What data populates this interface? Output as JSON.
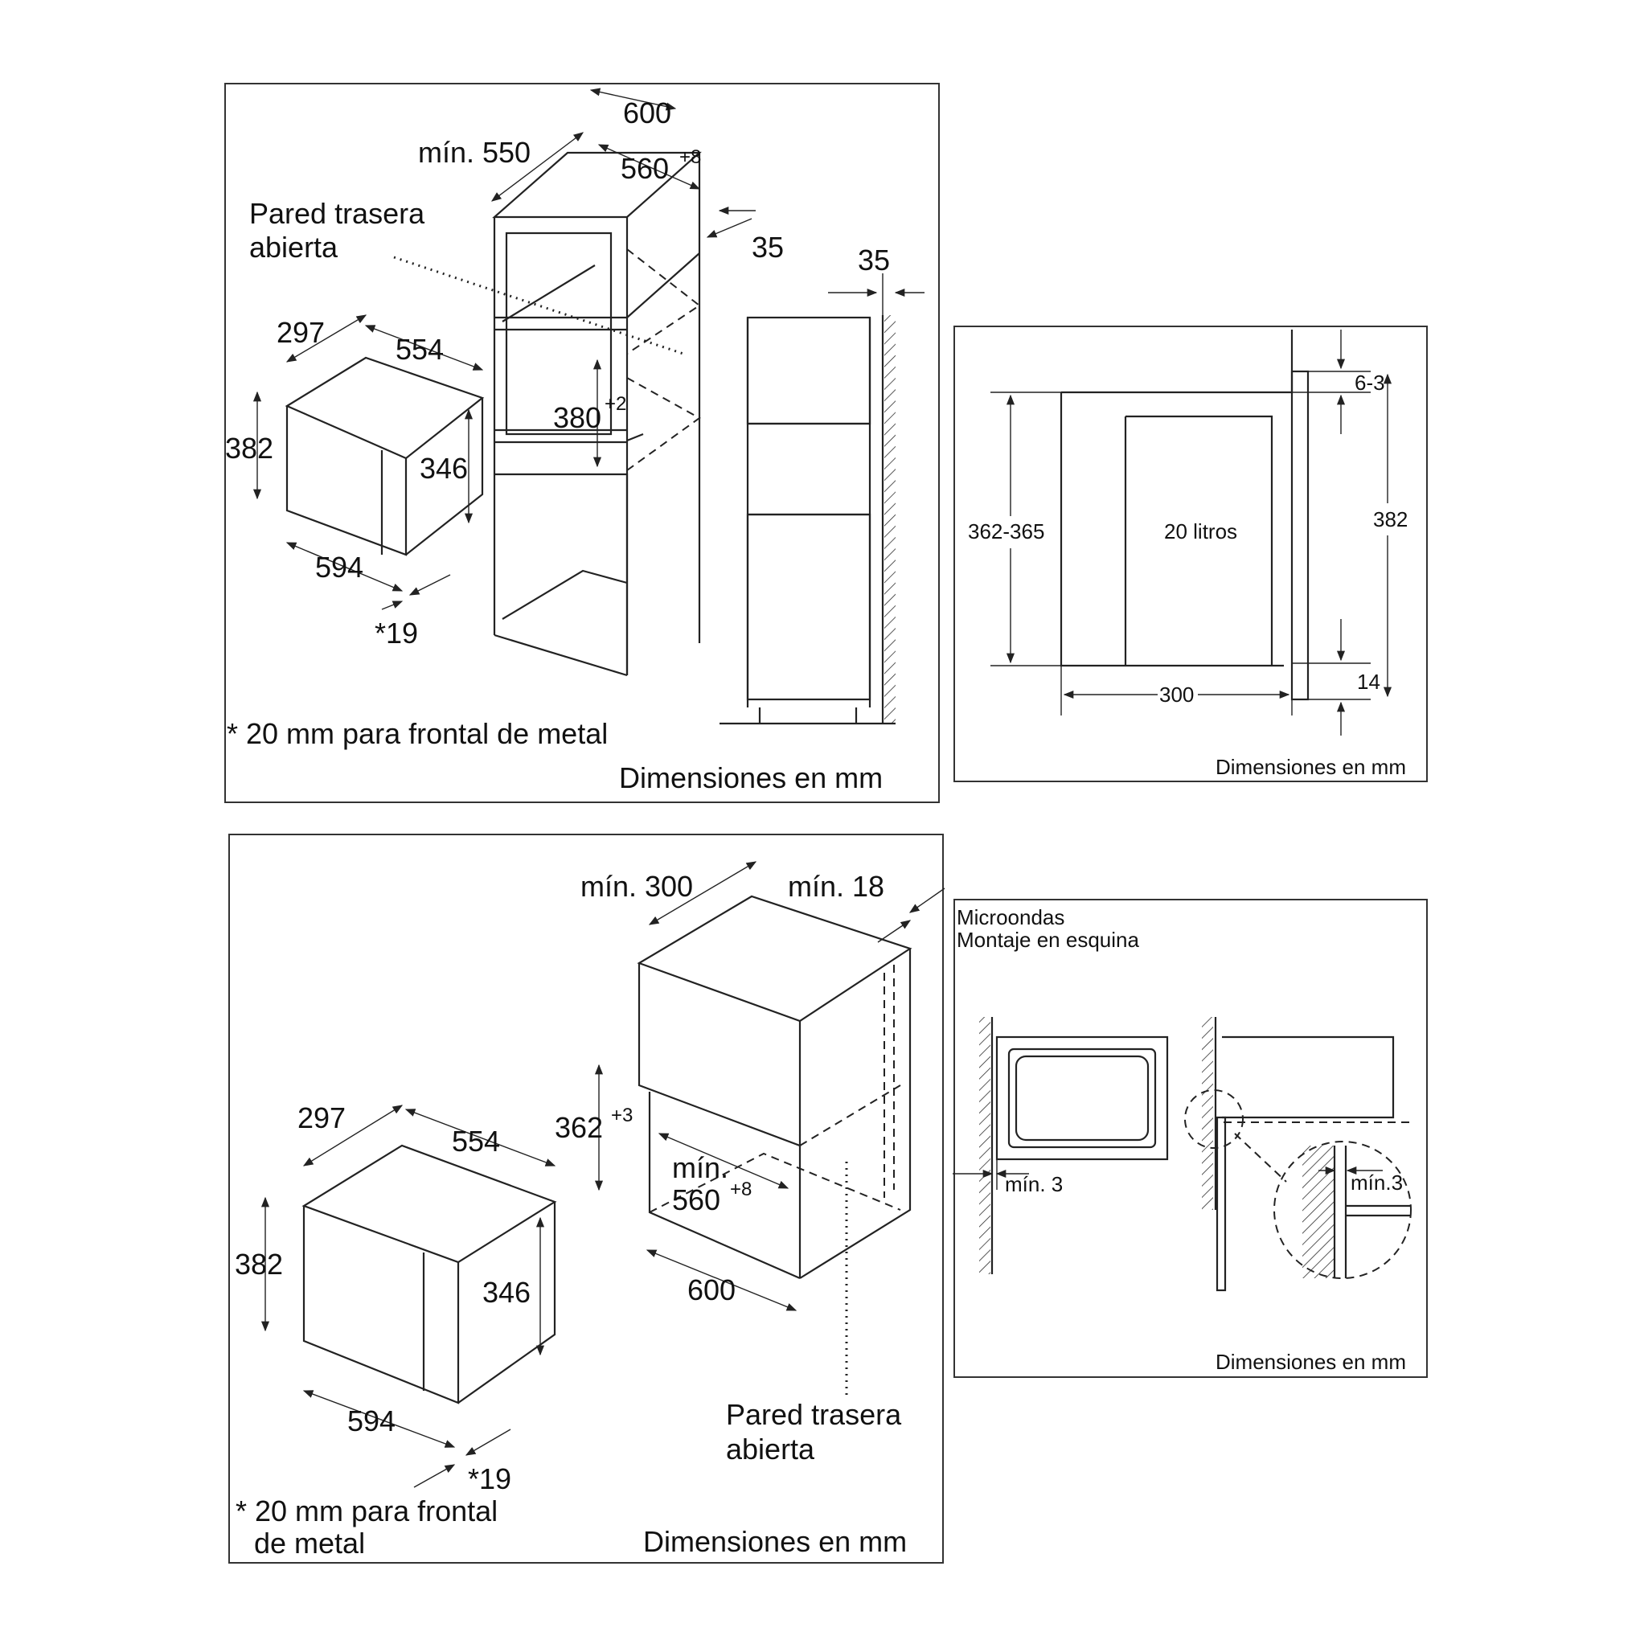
{
  "panel_a": {
    "dim_600": "600",
    "dim_min550": "mín. 550",
    "dim_560": "560",
    "dim_560_sup": "+8",
    "dim_35a": "35",
    "dim_35b": "35",
    "label_wall_1": "Pared trasera",
    "label_wall_2": "abierta",
    "dim_297": "297",
    "dim_554": "554",
    "dim_382": "382",
    "dim_346": "346",
    "dim_380": "380",
    "dim_380_sup": "+2",
    "dim_594": "594",
    "dim_19": "*19",
    "footnote": "* 20 mm para frontal de metal",
    "units": "Dimensiones en mm"
  },
  "panel_b": {
    "dim_range": "362-365",
    "capacity": "20 litros",
    "dim_63": "6-3",
    "dim_382": "382",
    "dim_14": "14",
    "dim_300": "300",
    "units": "Dimensiones en mm"
  },
  "panel_c": {
    "dim_min300": "mín. 300",
    "dim_min18": "mín. 18",
    "dim_297": "297",
    "dim_554": "554",
    "dim_362": "362",
    "dim_362_sup": "+3",
    "dim_min_label": "mín.",
    "dim_560": "560",
    "dim_560_sup": "+8",
    "dim_382": "382",
    "dim_346": "346",
    "dim_600": "600",
    "dim_594": "594",
    "dim_19": "*19",
    "label_wall_1": "Pared trasera",
    "label_wall_2": "abierta",
    "footnote_1": "* 20 mm para frontal",
    "footnote_2": "de metal",
    "units": "Dimensiones en mm"
  },
  "panel_d": {
    "title_1": "Microondas",
    "title_2": "Montaje en esquina",
    "dim_min3_a": "mín. 3",
    "dim_min3_b": "mín.3",
    "units": "Dimensiones en mm"
  }
}
